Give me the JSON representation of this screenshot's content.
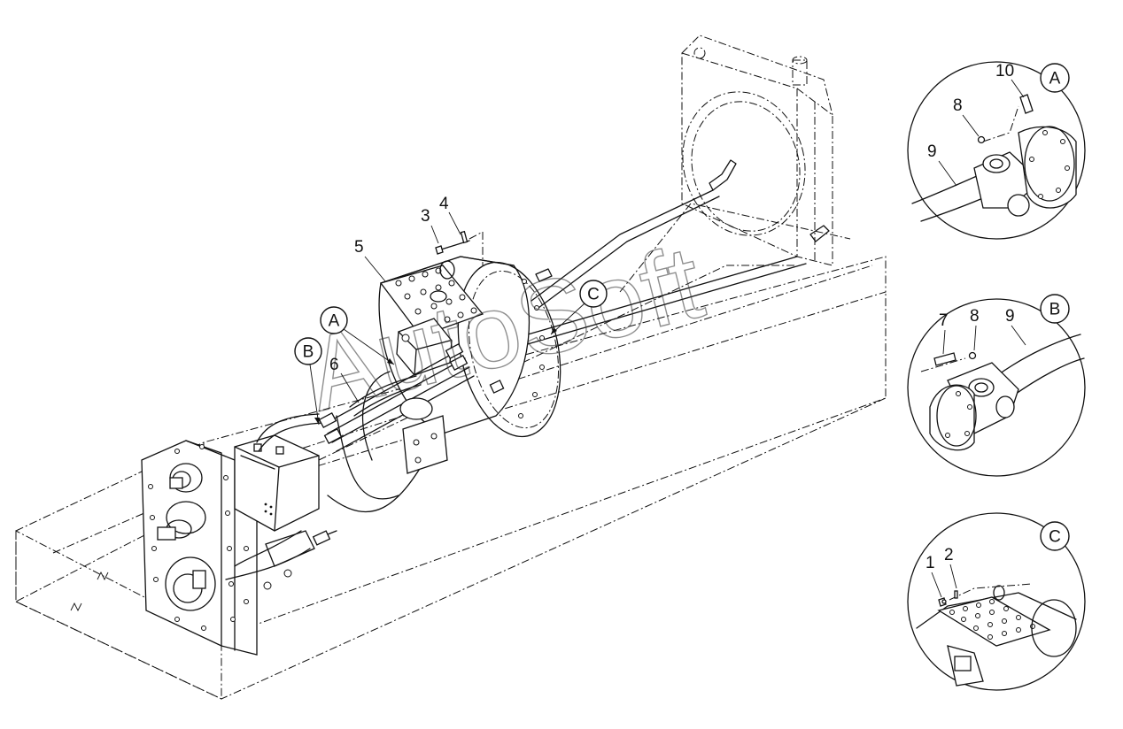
{
  "watermark": "AutoSoft",
  "main_callouts": {
    "c1": "3",
    "c2": "4",
    "c3": "5",
    "c4": "6",
    "bubbleA": "A",
    "bubbleB": "B",
    "bubbleC": "C"
  },
  "detail_a": {
    "letter": "A",
    "c1": "10",
    "c2": "8",
    "c3": "9"
  },
  "detail_b": {
    "letter": "B",
    "c1": "7",
    "c2": "8",
    "c3": "9"
  },
  "detail_c": {
    "letter": "C",
    "c1": "1",
    "c2": "2"
  }
}
